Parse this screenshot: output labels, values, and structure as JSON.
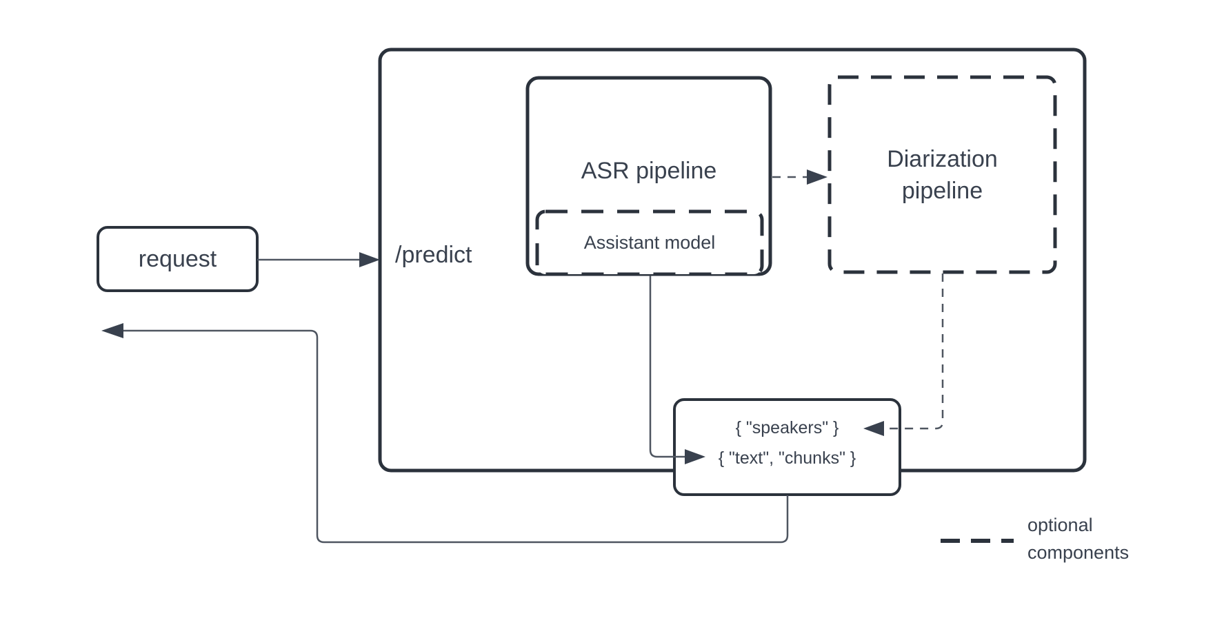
{
  "title": "ASR service /predict endpoint diagram",
  "colors": {
    "background": "#ffffff",
    "box_stroke": "#2b323c",
    "connector_stroke": "#4e5560",
    "arrowhead_fill": "#39414e",
    "text": "#39414e"
  },
  "nodes": {
    "request": {
      "label": "request"
    },
    "predict": {
      "label": "/predict"
    },
    "asr": {
      "label": "ASR pipeline"
    },
    "assistant": {
      "label": "Assistant model",
      "optional": true
    },
    "diarization": {
      "label": "Diarization\npipeline",
      "optional": true
    },
    "output": {
      "line1": "{ \"speakers\" }",
      "line2": "{ \"text\", \"chunks\" }"
    }
  },
  "edges": [
    {
      "from": "request",
      "to": "/predict",
      "style": "solid"
    },
    {
      "from": "ASR pipeline",
      "to": "Diarization pipeline",
      "style": "dashed"
    },
    {
      "from": "ASR pipeline",
      "to": "{ \"text\", \"chunks\" }",
      "style": "solid"
    },
    {
      "from": "Diarization pipeline",
      "to": "{ \"speakers\" }",
      "style": "dashed"
    },
    {
      "from": "{ \"text\", \"chunks\" }",
      "to": "request",
      "style": "solid"
    }
  ],
  "legend": {
    "label": "optional\ncomponents",
    "dashed_sample": "dashed-line"
  }
}
